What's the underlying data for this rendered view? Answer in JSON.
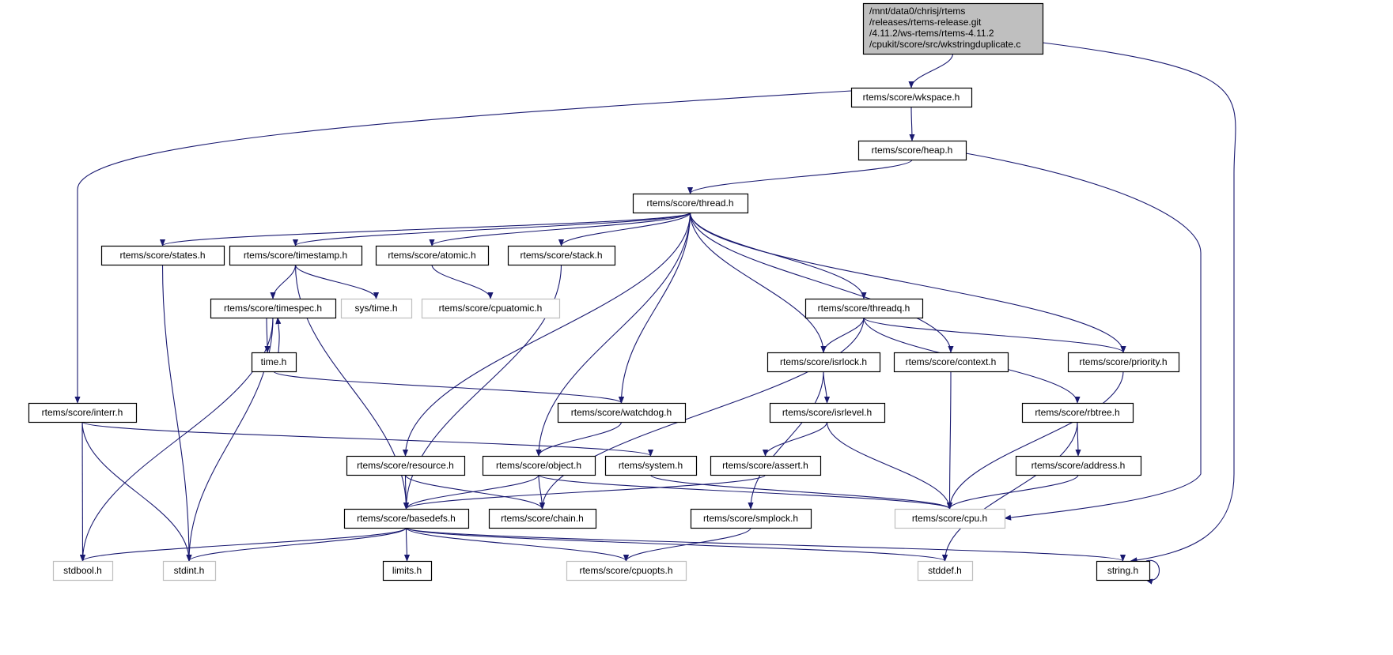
{
  "colors": {
    "edge": "#191970",
    "node_border": "#000000",
    "external_border": "#bfbfbf",
    "root_fill": "#bfbfbf"
  },
  "nodes": [
    {
      "id": "root",
      "lines": [
        "/mnt/data0/chrisj/rtems",
        "/releases/rtems-release.git",
        "/4.11.2/ws-rtems/rtems-4.11.2",
        "/cpukit/score/src/wkstringduplicate.c"
      ],
      "kind": "root"
    },
    {
      "id": "wkspace",
      "label": "rtems/score/wkspace.h",
      "kind": "normal"
    },
    {
      "id": "heap",
      "label": "rtems/score/heap.h",
      "kind": "normal"
    },
    {
      "id": "thread",
      "label": "rtems/score/thread.h",
      "kind": "normal"
    },
    {
      "id": "states",
      "label": "rtems/score/states.h",
      "kind": "normal"
    },
    {
      "id": "timestamp",
      "label": "rtems/score/timestamp.h",
      "kind": "normal"
    },
    {
      "id": "atomic",
      "label": "rtems/score/atomic.h",
      "kind": "normal"
    },
    {
      "id": "stack",
      "label": "rtems/score/stack.h",
      "kind": "normal"
    },
    {
      "id": "timespec",
      "label": "rtems/score/timespec.h",
      "kind": "normal"
    },
    {
      "id": "systime",
      "label": "sys/time.h",
      "kind": "external"
    },
    {
      "id": "cpuatomic",
      "label": "rtems/score/cpuatomic.h",
      "kind": "external"
    },
    {
      "id": "time",
      "label": "time.h",
      "kind": "normal"
    },
    {
      "id": "interr",
      "label": "rtems/score/interr.h",
      "kind": "normal"
    },
    {
      "id": "watchdog",
      "label": "rtems/score/watchdog.h",
      "kind": "normal"
    },
    {
      "id": "resource",
      "label": "rtems/score/resource.h",
      "kind": "normal"
    },
    {
      "id": "object",
      "label": "rtems/score/object.h",
      "kind": "normal"
    },
    {
      "id": "system",
      "label": "rtems/system.h",
      "kind": "normal"
    },
    {
      "id": "assert",
      "label": "rtems/score/assert.h",
      "kind": "normal"
    },
    {
      "id": "basedefs",
      "label": "rtems/score/basedefs.h",
      "kind": "normal"
    },
    {
      "id": "chain",
      "label": "rtems/score/chain.h",
      "kind": "normal"
    },
    {
      "id": "smplock",
      "label": "rtems/score/smplock.h",
      "kind": "normal"
    },
    {
      "id": "cpu",
      "label": "rtems/score/cpu.h",
      "kind": "external"
    },
    {
      "id": "stdbool",
      "label": "stdbool.h",
      "kind": "external"
    },
    {
      "id": "stdint",
      "label": "stdint.h",
      "kind": "external"
    },
    {
      "id": "limits",
      "label": "limits.h",
      "kind": "normal"
    },
    {
      "id": "cpuopts",
      "label": "rtems/score/cpuopts.h",
      "kind": "external"
    },
    {
      "id": "stddef",
      "label": "stddef.h",
      "kind": "external"
    },
    {
      "id": "string",
      "label": "string.h",
      "kind": "normal"
    },
    {
      "id": "threadq",
      "label": "rtems/score/threadq.h",
      "kind": "normal"
    },
    {
      "id": "isrlock",
      "label": "rtems/score/isrlock.h",
      "kind": "normal"
    },
    {
      "id": "context",
      "label": "rtems/score/context.h",
      "kind": "normal"
    },
    {
      "id": "priority",
      "label": "rtems/score/priority.h",
      "kind": "normal"
    },
    {
      "id": "isrlevel",
      "label": "rtems/score/isrlevel.h",
      "kind": "normal"
    },
    {
      "id": "rbtree",
      "label": "rtems/score/rbtree.h",
      "kind": "normal"
    },
    {
      "id": "address",
      "label": "rtems/score/address.h",
      "kind": "normal"
    }
  ],
  "edges": [
    [
      "root",
      "wkspace"
    ],
    [
      "root",
      "string"
    ],
    [
      "wkspace",
      "heap"
    ],
    [
      "wkspace",
      "interr"
    ],
    [
      "heap",
      "thread"
    ],
    [
      "heap",
      "cpu"
    ],
    [
      "thread",
      "states"
    ],
    [
      "thread",
      "timestamp"
    ],
    [
      "thread",
      "atomic"
    ],
    [
      "thread",
      "stack"
    ],
    [
      "thread",
      "resource"
    ],
    [
      "thread",
      "watchdog"
    ],
    [
      "thread",
      "object"
    ],
    [
      "thread",
      "isrlock"
    ],
    [
      "thread",
      "context"
    ],
    [
      "thread",
      "threadq"
    ],
    [
      "thread",
      "priority"
    ],
    [
      "timestamp",
      "timespec"
    ],
    [
      "timestamp",
      "systime"
    ],
    [
      "timestamp",
      "basedefs"
    ],
    [
      "atomic",
      "cpuatomic"
    ],
    [
      "stack",
      "basedefs"
    ],
    [
      "timespec",
      "time"
    ],
    [
      "timespec",
      "stdint"
    ],
    [
      "timespec",
      "stdbool"
    ],
    [
      "time",
      "timespec"
    ],
    [
      "time",
      "watchdog"
    ],
    [
      "interr",
      "stdbool"
    ],
    [
      "interr",
      "stdint"
    ],
    [
      "interr",
      "system"
    ],
    [
      "states",
      "stdint"
    ],
    [
      "watchdog",
      "object"
    ],
    [
      "resource",
      "basedefs"
    ],
    [
      "resource",
      "chain"
    ],
    [
      "object",
      "basedefs"
    ],
    [
      "object",
      "chain"
    ],
    [
      "object",
      "cpu"
    ],
    [
      "system",
      "cpu"
    ],
    [
      "assert",
      "basedefs"
    ],
    [
      "threadq",
      "isrlock"
    ],
    [
      "threadq",
      "priority"
    ],
    [
      "threadq",
      "rbtree"
    ],
    [
      "threadq",
      "chain"
    ],
    [
      "isrlock",
      "isrlevel"
    ],
    [
      "isrlock",
      "smplock"
    ],
    [
      "isrlevel",
      "assert"
    ],
    [
      "isrlevel",
      "cpu"
    ],
    [
      "context",
      "cpu"
    ],
    [
      "priority",
      "cpu"
    ],
    [
      "rbtree",
      "address"
    ],
    [
      "rbtree",
      "stddef"
    ],
    [
      "address",
      "cpu"
    ],
    [
      "smplock",
      "cpuopts"
    ],
    [
      "basedefs",
      "stdbool"
    ],
    [
      "basedefs",
      "stdint"
    ],
    [
      "basedefs",
      "limits"
    ],
    [
      "basedefs",
      "cpuopts"
    ],
    [
      "basedefs",
      "stddef"
    ],
    [
      "basedefs",
      "string"
    ],
    [
      "string",
      "string"
    ]
  ]
}
